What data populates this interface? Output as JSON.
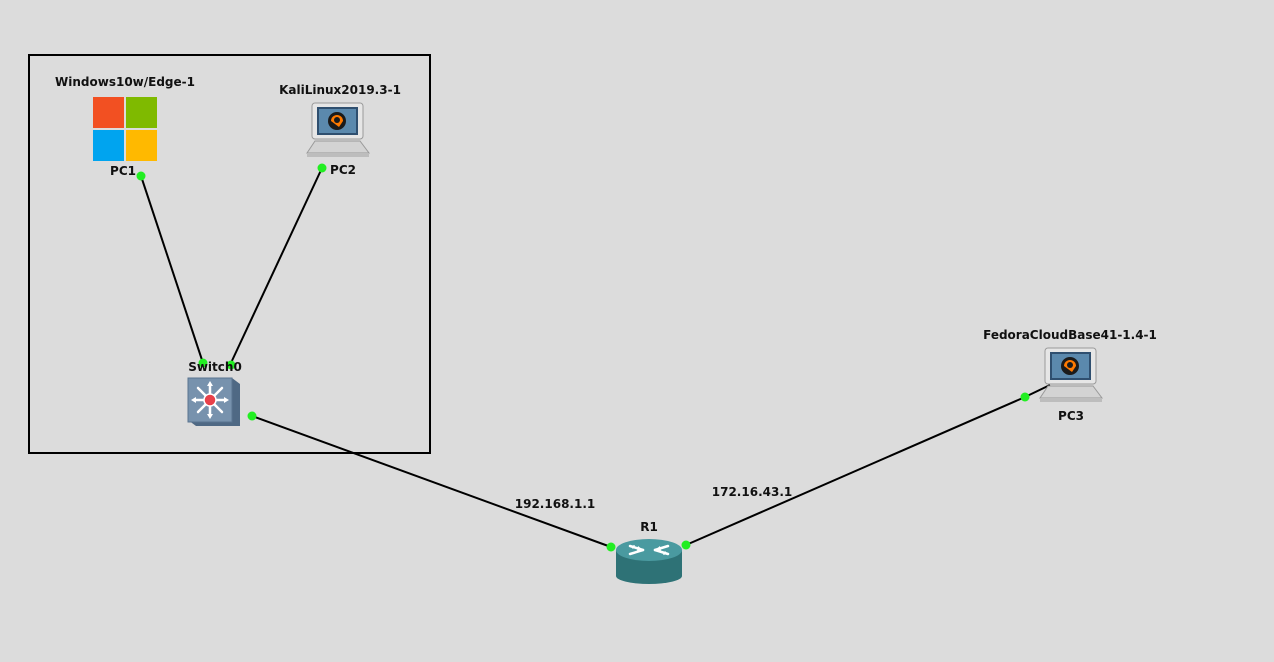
{
  "nodes": {
    "pc1": {
      "title": "Windows10w/Edge-1",
      "name": "PC1",
      "icon": "windows-logo-icon"
    },
    "pc2": {
      "title": "KaliLinux2019.3-1",
      "name": "PC2",
      "icon": "laptop-icon"
    },
    "switch0": {
      "name": "Switch0",
      "icon": "switch-icon"
    },
    "r1": {
      "name": "R1",
      "icon": "router-icon"
    },
    "pc3": {
      "title": "FedoraCloudBase41-1.4-1",
      "name": "PC3",
      "icon": "laptop-icon"
    }
  },
  "links": {
    "r1_lan_ip": "192.168.1.1",
    "r1_wan_ip": "172.16.43.1"
  },
  "colors": {
    "background": "#dcdcdc",
    "link": "#000000",
    "port_up": "#22ee22",
    "win_red": "#f25022",
    "win_green": "#7fba00",
    "win_blue": "#00a4ef",
    "win_yellow": "#ffb900",
    "router": "#3d8a8e",
    "switch": "#6f8aa6"
  }
}
